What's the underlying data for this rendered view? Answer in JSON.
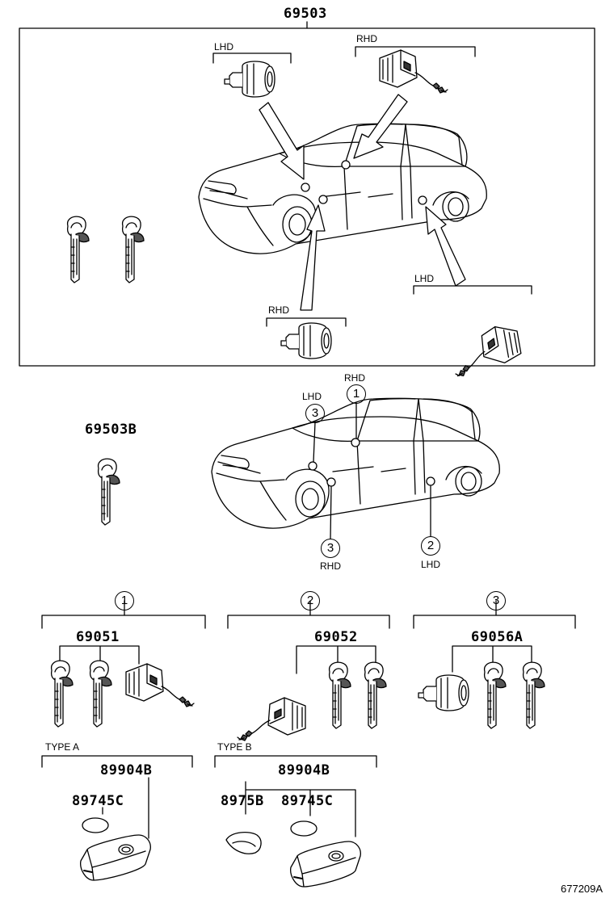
{
  "top_assembly": {
    "part_number": "69503"
  },
  "key_blank": {
    "part_number": "69503B"
  },
  "top_callouts": {
    "lhd_upper": "LHD",
    "rhd_upper": "RHD",
    "lhd_lower": "LHD",
    "rhd_lower": "RHD"
  },
  "middle_callouts": {
    "ref1": "1",
    "ref1_label": "RHD",
    "ref3_upper": "3",
    "ref3_upper_label": "LHD",
    "ref3_lower": "3",
    "ref3_lower_label": "RHD",
    "ref2": "2",
    "ref2_label": "LHD"
  },
  "groups": [
    {
      "ref": "1",
      "part_number": "69051"
    },
    {
      "ref": "2",
      "part_number": "69052"
    },
    {
      "ref": "3",
      "part_number": "69056A"
    }
  ],
  "type_a": {
    "label": "TYPE  A",
    "assembly": "89904B",
    "battery": "89745C"
  },
  "type_b": {
    "label": "TYPE  B",
    "assembly": "89904B",
    "cover": "8975B",
    "battery": "89745C"
  },
  "illustration_id": "677209A"
}
